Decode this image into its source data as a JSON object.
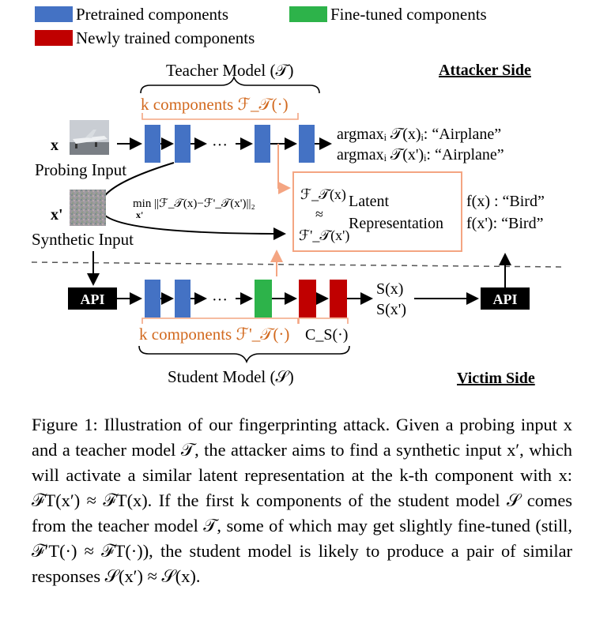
{
  "legend": {
    "pretrained": {
      "label": "Pretrained components",
      "color": "#4472c4"
    },
    "finetuned": {
      "label": "Fine-tuned components",
      "color": "#2db34a"
    },
    "newly": {
      "label": "Newly trained components",
      "color": "#c00000"
    }
  },
  "sides": {
    "attacker": "Attacker Side",
    "victim": "Victim Side"
  },
  "teacher": {
    "title": "Teacher Model (𝒯)",
    "k_components": "k components ℱ_𝒯(·)"
  },
  "student": {
    "title": "Student Model (𝒮)",
    "k_components": "k components ℱ'_𝒯(·)",
    "classifier": "C_S(·)"
  },
  "inputs": {
    "probing_symbol": "x",
    "probing_label": "Probing Input",
    "synthetic_symbol": "x'",
    "synthetic_label": "Synthetic Input"
  },
  "teacher_outputs": [
    "argmaxᵢ 𝒯(x)ᵢ: “Airplane”",
    "argmaxᵢ 𝒯(x')ᵢ: “Airplane”"
  ],
  "victim_outputs": [
    "f(x) : “Bird”",
    "f(x'): “Bird”"
  ],
  "student_outputs": [
    "S(x)",
    "S(x')"
  ],
  "latent": {
    "top": "ℱ_𝒯(x)",
    "approx": "≈",
    "bottom": "ℱ'_𝒯(x')",
    "label_line1": "Latent",
    "label_line2": "Representation"
  },
  "optimization": "min ||ℱ_𝒯(x)−ℱ'_𝒯(x')||₂",
  "optimization_sub": "x'",
  "api_label": "API",
  "ellipsis": "···",
  "caption": "Figure 1: Illustration of our fingerprinting attack. Given a probing input x and a teacher model 𝒯, the attacker aims to find a synthetic input x′, which will activate a similar latent representation at the k-th component with x: ℱT(x′) ≈ ℱT(x). If the first k components of the student model 𝒮 comes from the teacher model 𝒯, some of which may get slightly fine-tuned (still, ℱ′T(·) ≈ ℱT(·)), the student model is likely to produce a pair of similar responses 𝒮(x′) ≈ 𝒮(x)."
}
